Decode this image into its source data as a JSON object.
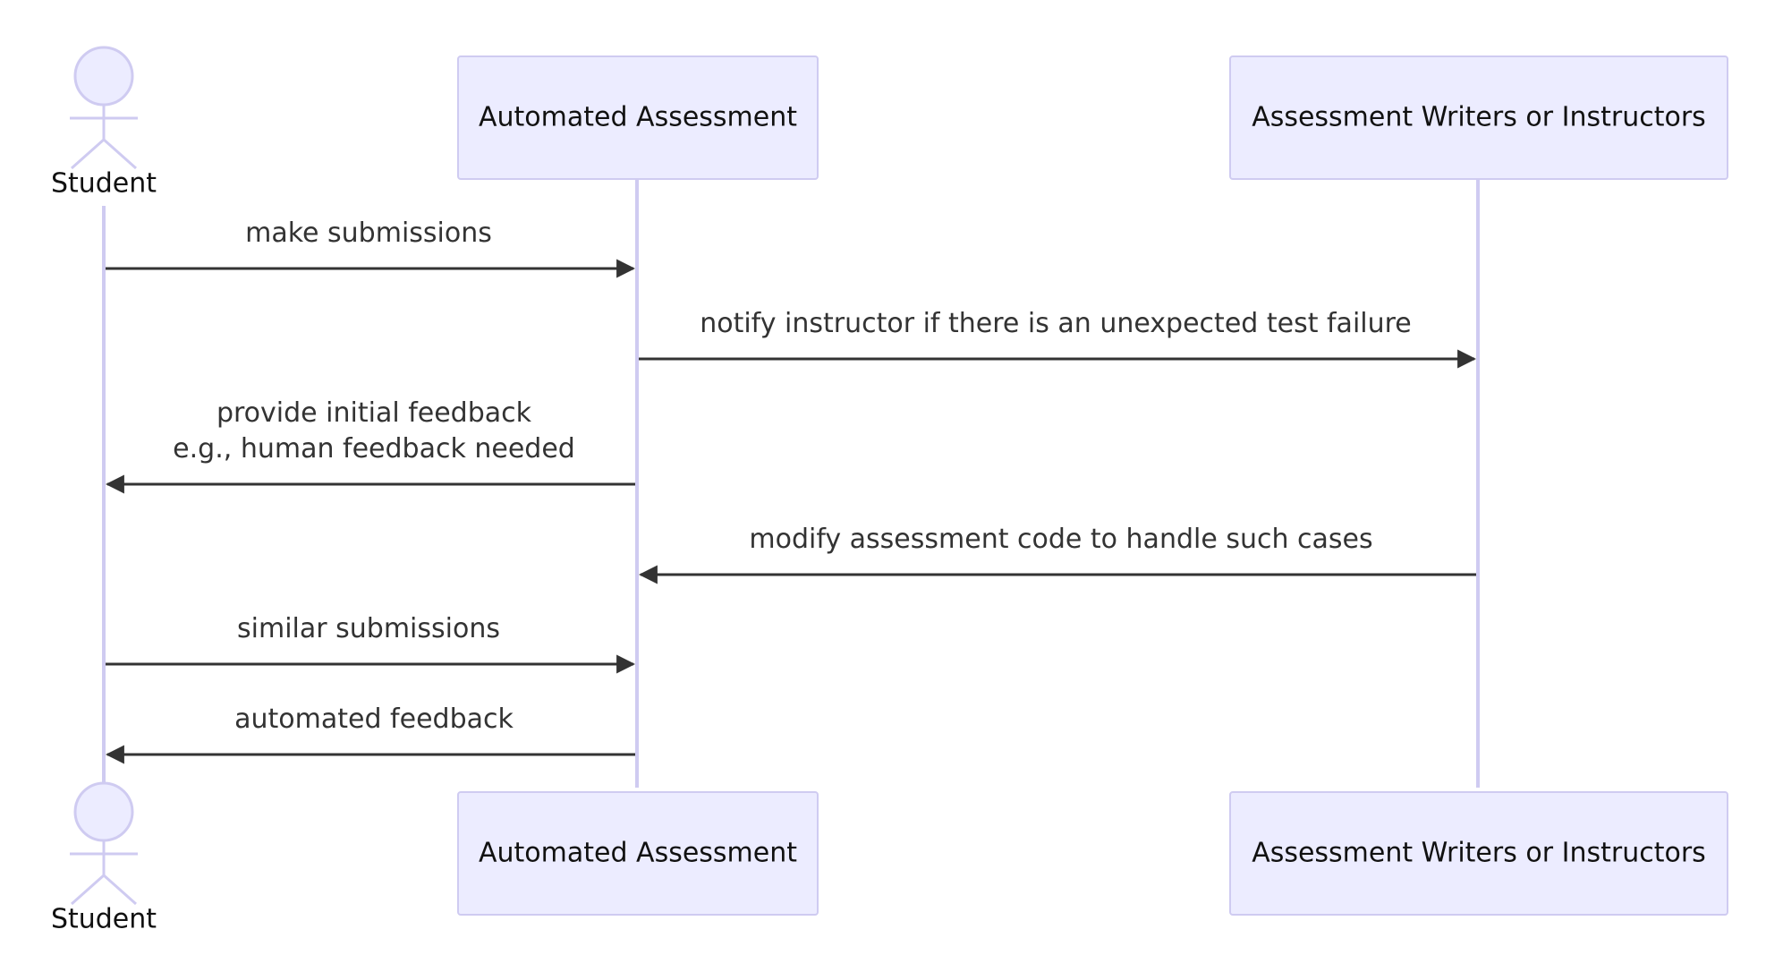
{
  "participants": {
    "student": {
      "label": "Student"
    },
    "automated": {
      "label": "Automated Assessment"
    },
    "writers": {
      "label": "Assessment Writers or Instructors"
    }
  },
  "messages": [
    {
      "from": "student",
      "to": "automated",
      "lines": [
        "make submissions"
      ]
    },
    {
      "from": "automated",
      "to": "writers",
      "lines": [
        "notify instructor if there is an unexpected test failure"
      ]
    },
    {
      "from": "automated",
      "to": "student",
      "lines": [
        "provide initial feedback",
        "e.g., human feedback needed"
      ]
    },
    {
      "from": "writers",
      "to": "automated",
      "lines": [
        "modify assessment code to handle such cases"
      ]
    },
    {
      "from": "student",
      "to": "automated",
      "lines": [
        "similar submissions"
      ]
    },
    {
      "from": "automated",
      "to": "student",
      "lines": [
        "automated feedback"
      ]
    }
  ],
  "colors": {
    "participant_fill": "#ECECFF",
    "participant_stroke": "#CFCBF1",
    "message_line": "#333333",
    "text": "#111111"
  }
}
